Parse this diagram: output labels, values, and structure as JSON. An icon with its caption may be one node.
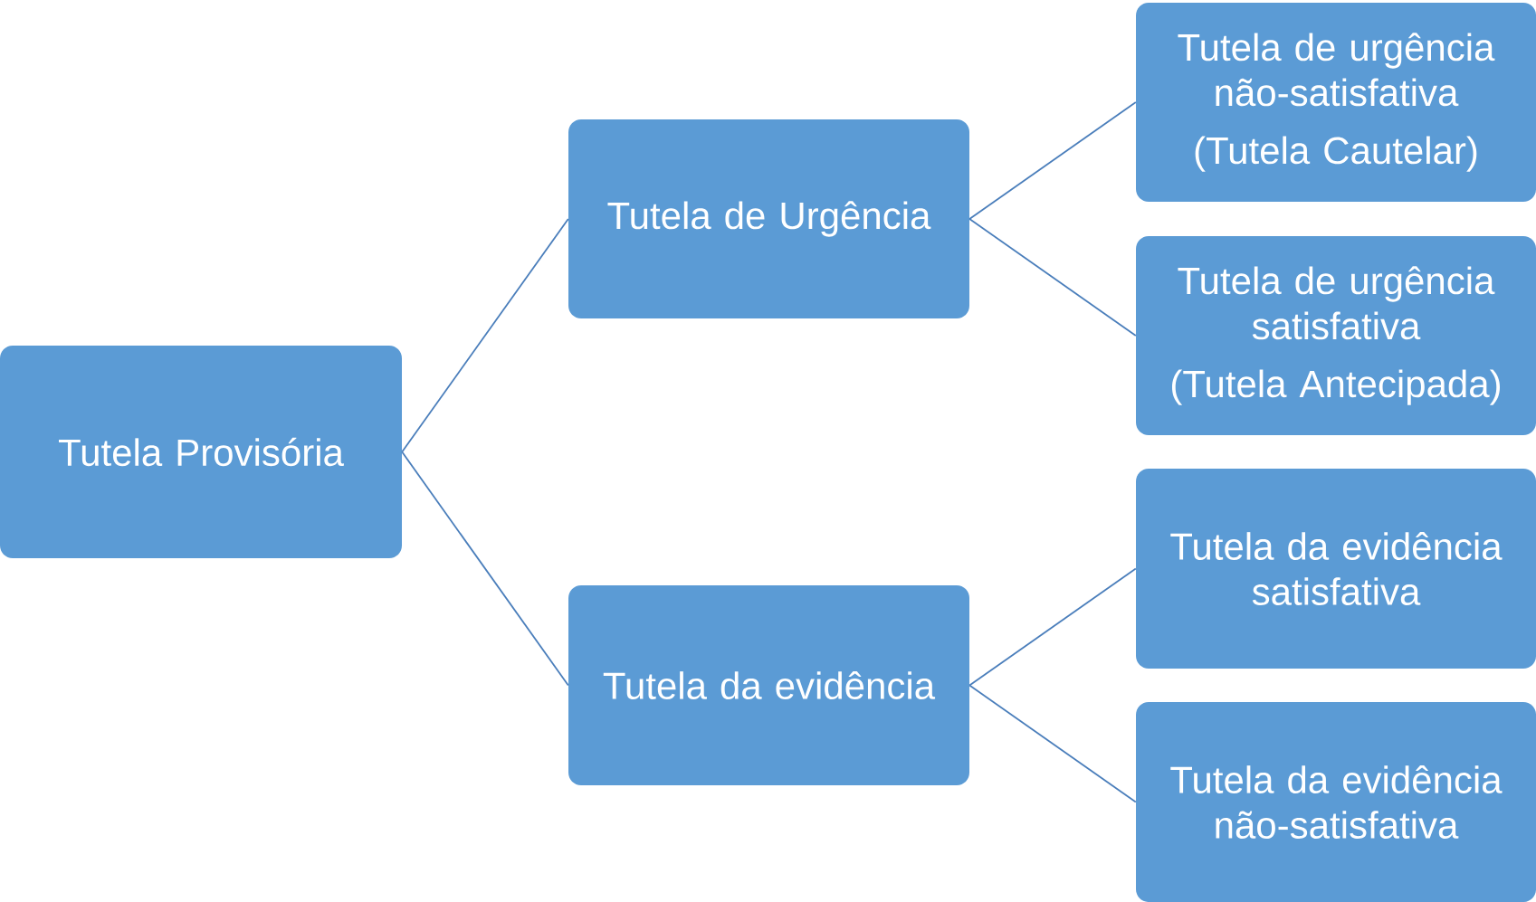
{
  "diagram": {
    "nodes": [
      {
        "text": [
          "Tutela Provisória"
        ]
      },
      {
        "text": [
          "Tutela de Urgência"
        ]
      },
      {
        "text": [
          "Tutela da evidência"
        ]
      },
      {
        "text": [
          "Tutela de urgência não-satisfativa",
          "(Tutela Cautelar)"
        ]
      },
      {
        "text": [
          "Tutela de urgência satisfativa",
          "(Tutela Antecipada)"
        ]
      },
      {
        "text": [
          "Tutela da evidência satisfativa"
        ]
      },
      {
        "text": [
          "Tutela da evidência não-satisfativa"
        ]
      }
    ],
    "edges": [
      {
        "from": 0,
        "to": 1,
        "arrow": "none"
      },
      {
        "from": 0,
        "to": 2,
        "arrow": "none"
      },
      {
        "from": 1,
        "to": 3,
        "arrow": "none"
      },
      {
        "from": 1,
        "to": 4,
        "arrow": "none"
      },
      {
        "from": 2,
        "to": 5,
        "arrow": "none"
      },
      {
        "from": 2,
        "to": 6,
        "arrow": "none"
      }
    ]
  }
}
